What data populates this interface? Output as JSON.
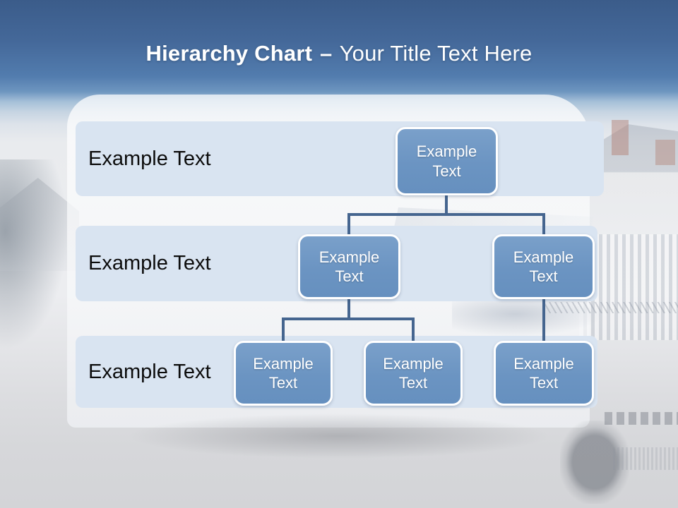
{
  "title": {
    "bold": "Hierarchy Chart",
    "dash": "–",
    "light": "Your Title Text Here"
  },
  "rows": [
    {
      "level": 1,
      "label": "Example Text"
    },
    {
      "level": 2,
      "label": "Example Text"
    },
    {
      "level": 3,
      "label": "Example Text"
    }
  ],
  "hierarchy": {
    "nodes": [
      {
        "id": "root",
        "level": 1,
        "parent": null,
        "label": "Example Text"
      },
      {
        "id": "child-1",
        "level": 2,
        "parent": "root",
        "label": "Example Text"
      },
      {
        "id": "child-2",
        "level": 2,
        "parent": "root",
        "label": "Example Text"
      },
      {
        "id": "grandchild-1",
        "level": 3,
        "parent": "child-1",
        "label": "Example Text"
      },
      {
        "id": "grandchild-2",
        "level": 3,
        "parent": "child-1",
        "label": "Example Text"
      },
      {
        "id": "grandchild-3",
        "level": 3,
        "parent": "child-2",
        "label": "Example Text"
      }
    ]
  },
  "colors": {
    "title_text": "#ffffff",
    "header_gradient_top": "#3b5c8a",
    "header_gradient_bottom": "#6d95bf",
    "sky_strip": "#b7cde0",
    "photo_wash": "#ecedf0",
    "road_gray": "#d5d6d9",
    "row_fill": "#d9e4f1",
    "row_label_text": "#0c0c0c",
    "node_fill_top": "#7aa0ca",
    "node_fill_bottom": "#6690bf",
    "node_border": "#ffffff",
    "node_text": "#ffffff",
    "connector": "#45658f"
  }
}
